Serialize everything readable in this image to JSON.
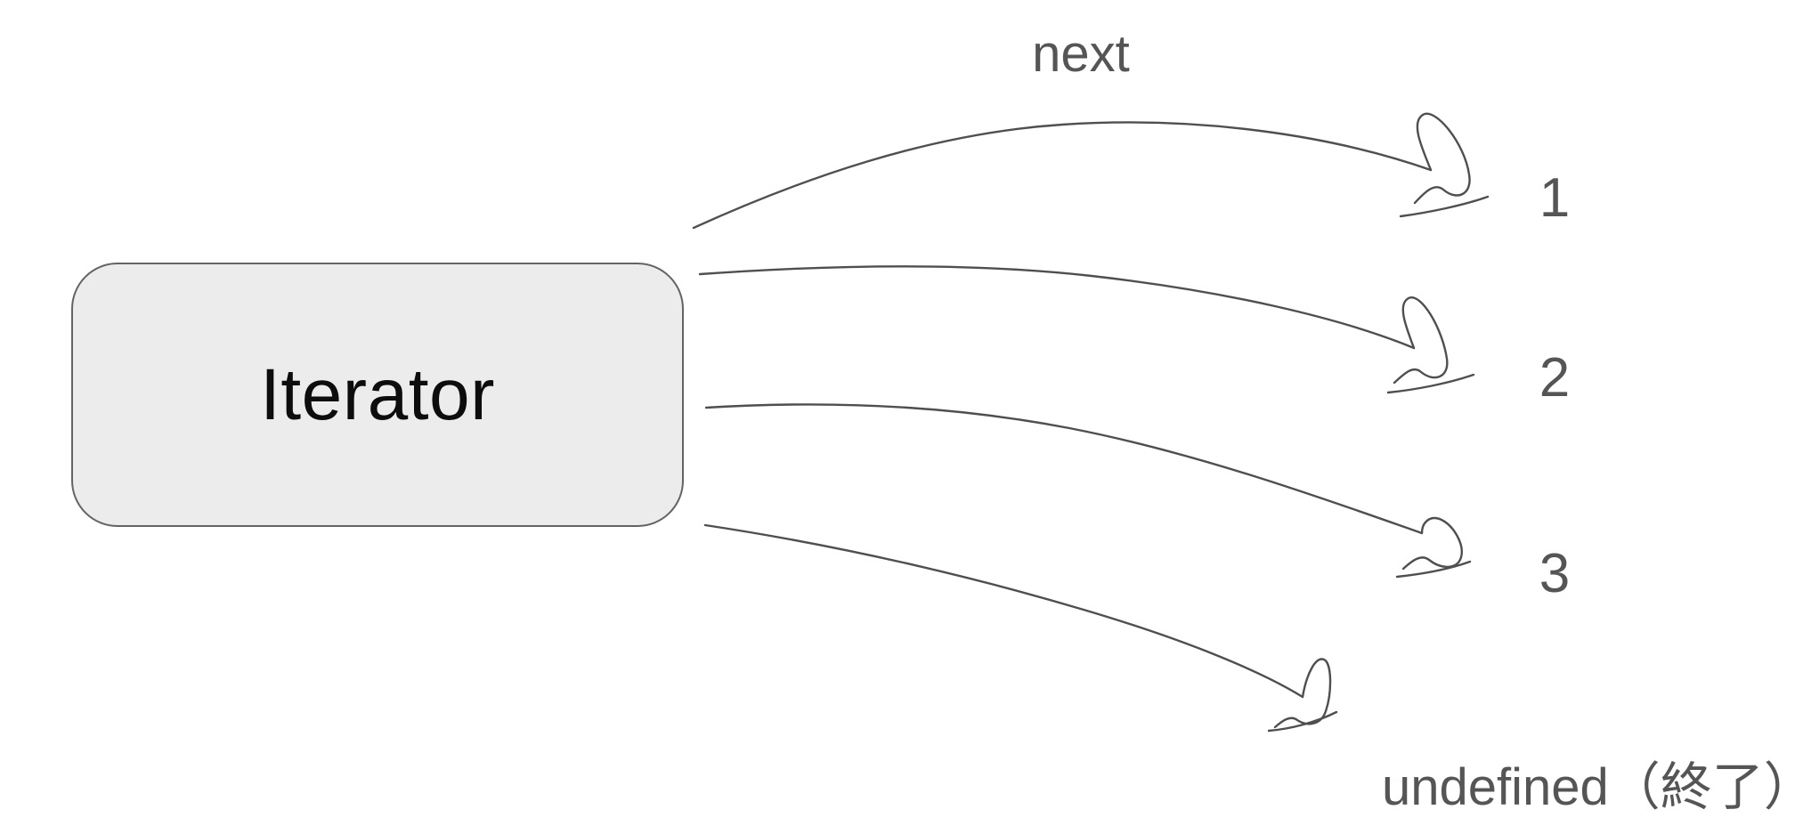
{
  "diagram": {
    "node": {
      "label": "Iterator"
    },
    "call_label": "next",
    "results": [
      {
        "label": "1"
      },
      {
        "label": "2"
      },
      {
        "label": "3"
      },
      {
        "label": "undefined（終了）"
      }
    ]
  },
  "colors": {
    "canvas_bg": "#ffffff",
    "node_fill": "#ececec",
    "node_border": "#646464",
    "node_text": "#0d0d0d",
    "arrow_stroke": "#4f4f4f",
    "label_text": "#555555"
  }
}
